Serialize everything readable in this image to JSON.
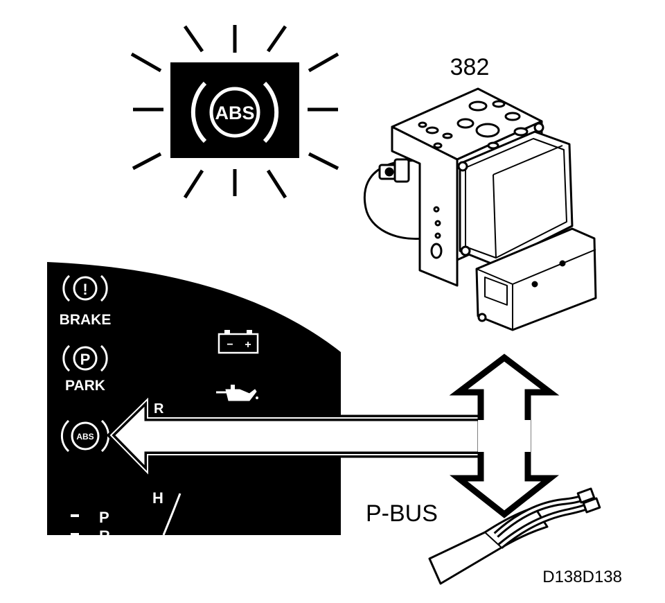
{
  "warning_lamp": {
    "label": "ABS",
    "state": "lit"
  },
  "module": {
    "number": "382"
  },
  "cluster": {
    "brake_label": "BRAKE",
    "brake_symbol": "!",
    "park_label": "PARK",
    "park_symbol": "P",
    "abs_label": "ABS",
    "battery_minus": "−",
    "battery_plus": "+",
    "partial_letter": "R",
    "gauge_h": "H",
    "gear_p": "P",
    "gear_r": "R"
  },
  "bus": {
    "label": "P-BUS"
  },
  "figure_code": "D138D138",
  "colors": {
    "ink": "#000000",
    "paper": "#ffffff"
  }
}
